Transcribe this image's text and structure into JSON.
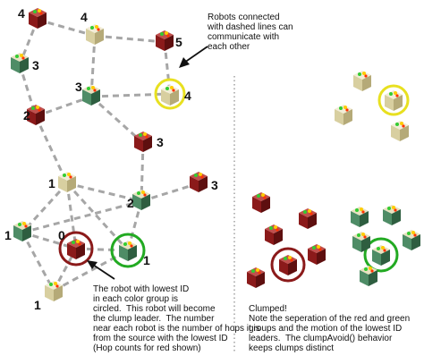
{
  "notes": {
    "connected": "Robots connected\nwith dashed lines can\ncommunicate with\neach other",
    "leader": "The robot with lowest ID\nin each color group is\ncircled.  This robot will become\nthe clump leader.  The number\nnear each robot is the number of hops it is\nfrom the source with the lowest ID\n(Hop counts for red shown)",
    "clumped": "Clumped!\nNote the seperation of the red and green\ngroups and the motion of the lowest ID\nleaders.  The clumpAvoid() behavior\nkeeps clumps distinct"
  },
  "hop_labels": [
    "4",
    "4",
    "5",
    "3",
    "3",
    "4",
    "2",
    "3",
    "1",
    "3",
    "2",
    "1",
    "0",
    "1",
    "1"
  ],
  "colors": {
    "red_robot": "#8b1a1a",
    "green_robot": "#3e7a55",
    "tan_robot": "#d8cfa0",
    "red_leader_ring": "#8b1a1a",
    "green_leader_ring": "#22aa22",
    "yellow_ring": "#e8e020",
    "link": "#a6a6a6"
  }
}
